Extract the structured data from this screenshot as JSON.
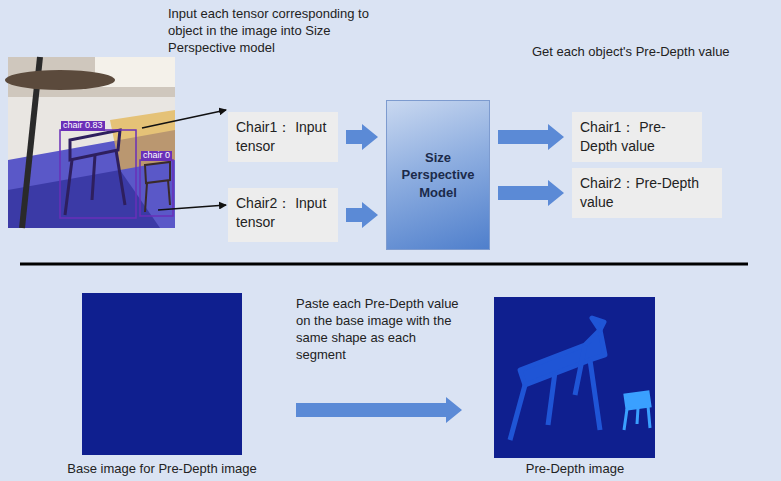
{
  "diagram": {
    "nodes": [
      {
        "text": [
          "Chair1： Input tensor"
        ]
      },
      {
        "text": [
          "Chair2： Input tensor"
        ]
      },
      {
        "text": [
          "Size Perspective Model"
        ]
      },
      {
        "text": [
          "Chair1： Pre-Depth value"
        ]
      },
      {
        "text": [
          "Chair2：Pre-Depth value"
        ]
      },
      {
        "text": [
          "Base image for Pre-Depth image"
        ]
      },
      {
        "text": [
          "Pre-Depth image"
        ]
      }
    ],
    "edges": [
      {
        "from": 0,
        "to": 2,
        "arrow": "to"
      },
      {
        "from": 1,
        "to": 2,
        "arrow": "to"
      },
      {
        "from": 2,
        "to": 3,
        "arrow": "to"
      },
      {
        "from": 2,
        "to": 4,
        "arrow": "to"
      },
      {
        "from": 5,
        "to": 6,
        "arrow": "to"
      }
    ],
    "labels": [
      "Input each tensor corresponding to object in the image into Size Perspective model",
      "Get each object's Pre-Depth value",
      "Paste each Pre-Depth value on the base image with the same shape as each segment",
      "chair 0.83",
      "chair 0"
    ]
  }
}
